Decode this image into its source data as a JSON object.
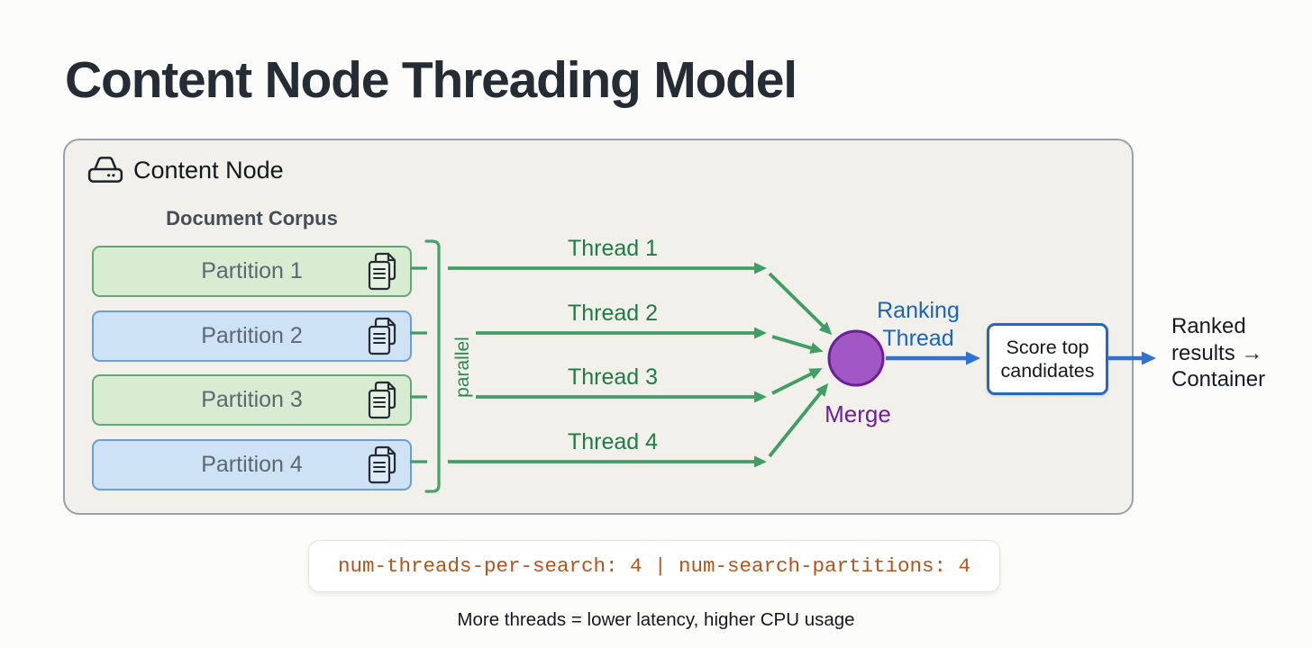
{
  "colors": {
    "green_arrow": "#3f9e63",
    "green_text": "#1e7c46",
    "green_partition_fill": "#d8ecd2",
    "green_partition_border": "#61a877",
    "blue_partition_fill": "#cee2f6",
    "blue_partition_border": "#6d9ed3",
    "blue_arrow": "#2e72d4",
    "blue_text": "#1d64b8",
    "merge_fill": "#a158c5",
    "merge_stroke": "#6c1d97",
    "purple_text": "#6b1f9a",
    "code_text": "#b35419",
    "container_bg": "#f1f0ea"
  },
  "page": {
    "title": "Content Node Threading Model",
    "config_code": "num-threads-per-search: 4 | num-search-partitions: 4",
    "caption": "More threads = lower latency, higher CPU usage"
  },
  "content_node": {
    "label": "Content Node",
    "corpus_label": "Document Corpus",
    "partitions": [
      {
        "label": "Partition 1"
      },
      {
        "label": "Partition 2"
      },
      {
        "label": "Partition 3"
      },
      {
        "label": "Partition 4"
      }
    ],
    "parallel_label": "parallel",
    "threads": [
      {
        "label": "Thread 1"
      },
      {
        "label": "Thread 2"
      },
      {
        "label": "Thread 3"
      },
      {
        "label": "Thread 4"
      }
    ],
    "merge_label": "Merge",
    "ranking_thread": {
      "lines": [
        "Ranking",
        "Thread"
      ]
    },
    "score_box": {
      "lines": [
        "Score top",
        "candidates"
      ]
    }
  },
  "output": {
    "lines": [
      "Ranked",
      "results →",
      "Container"
    ]
  }
}
